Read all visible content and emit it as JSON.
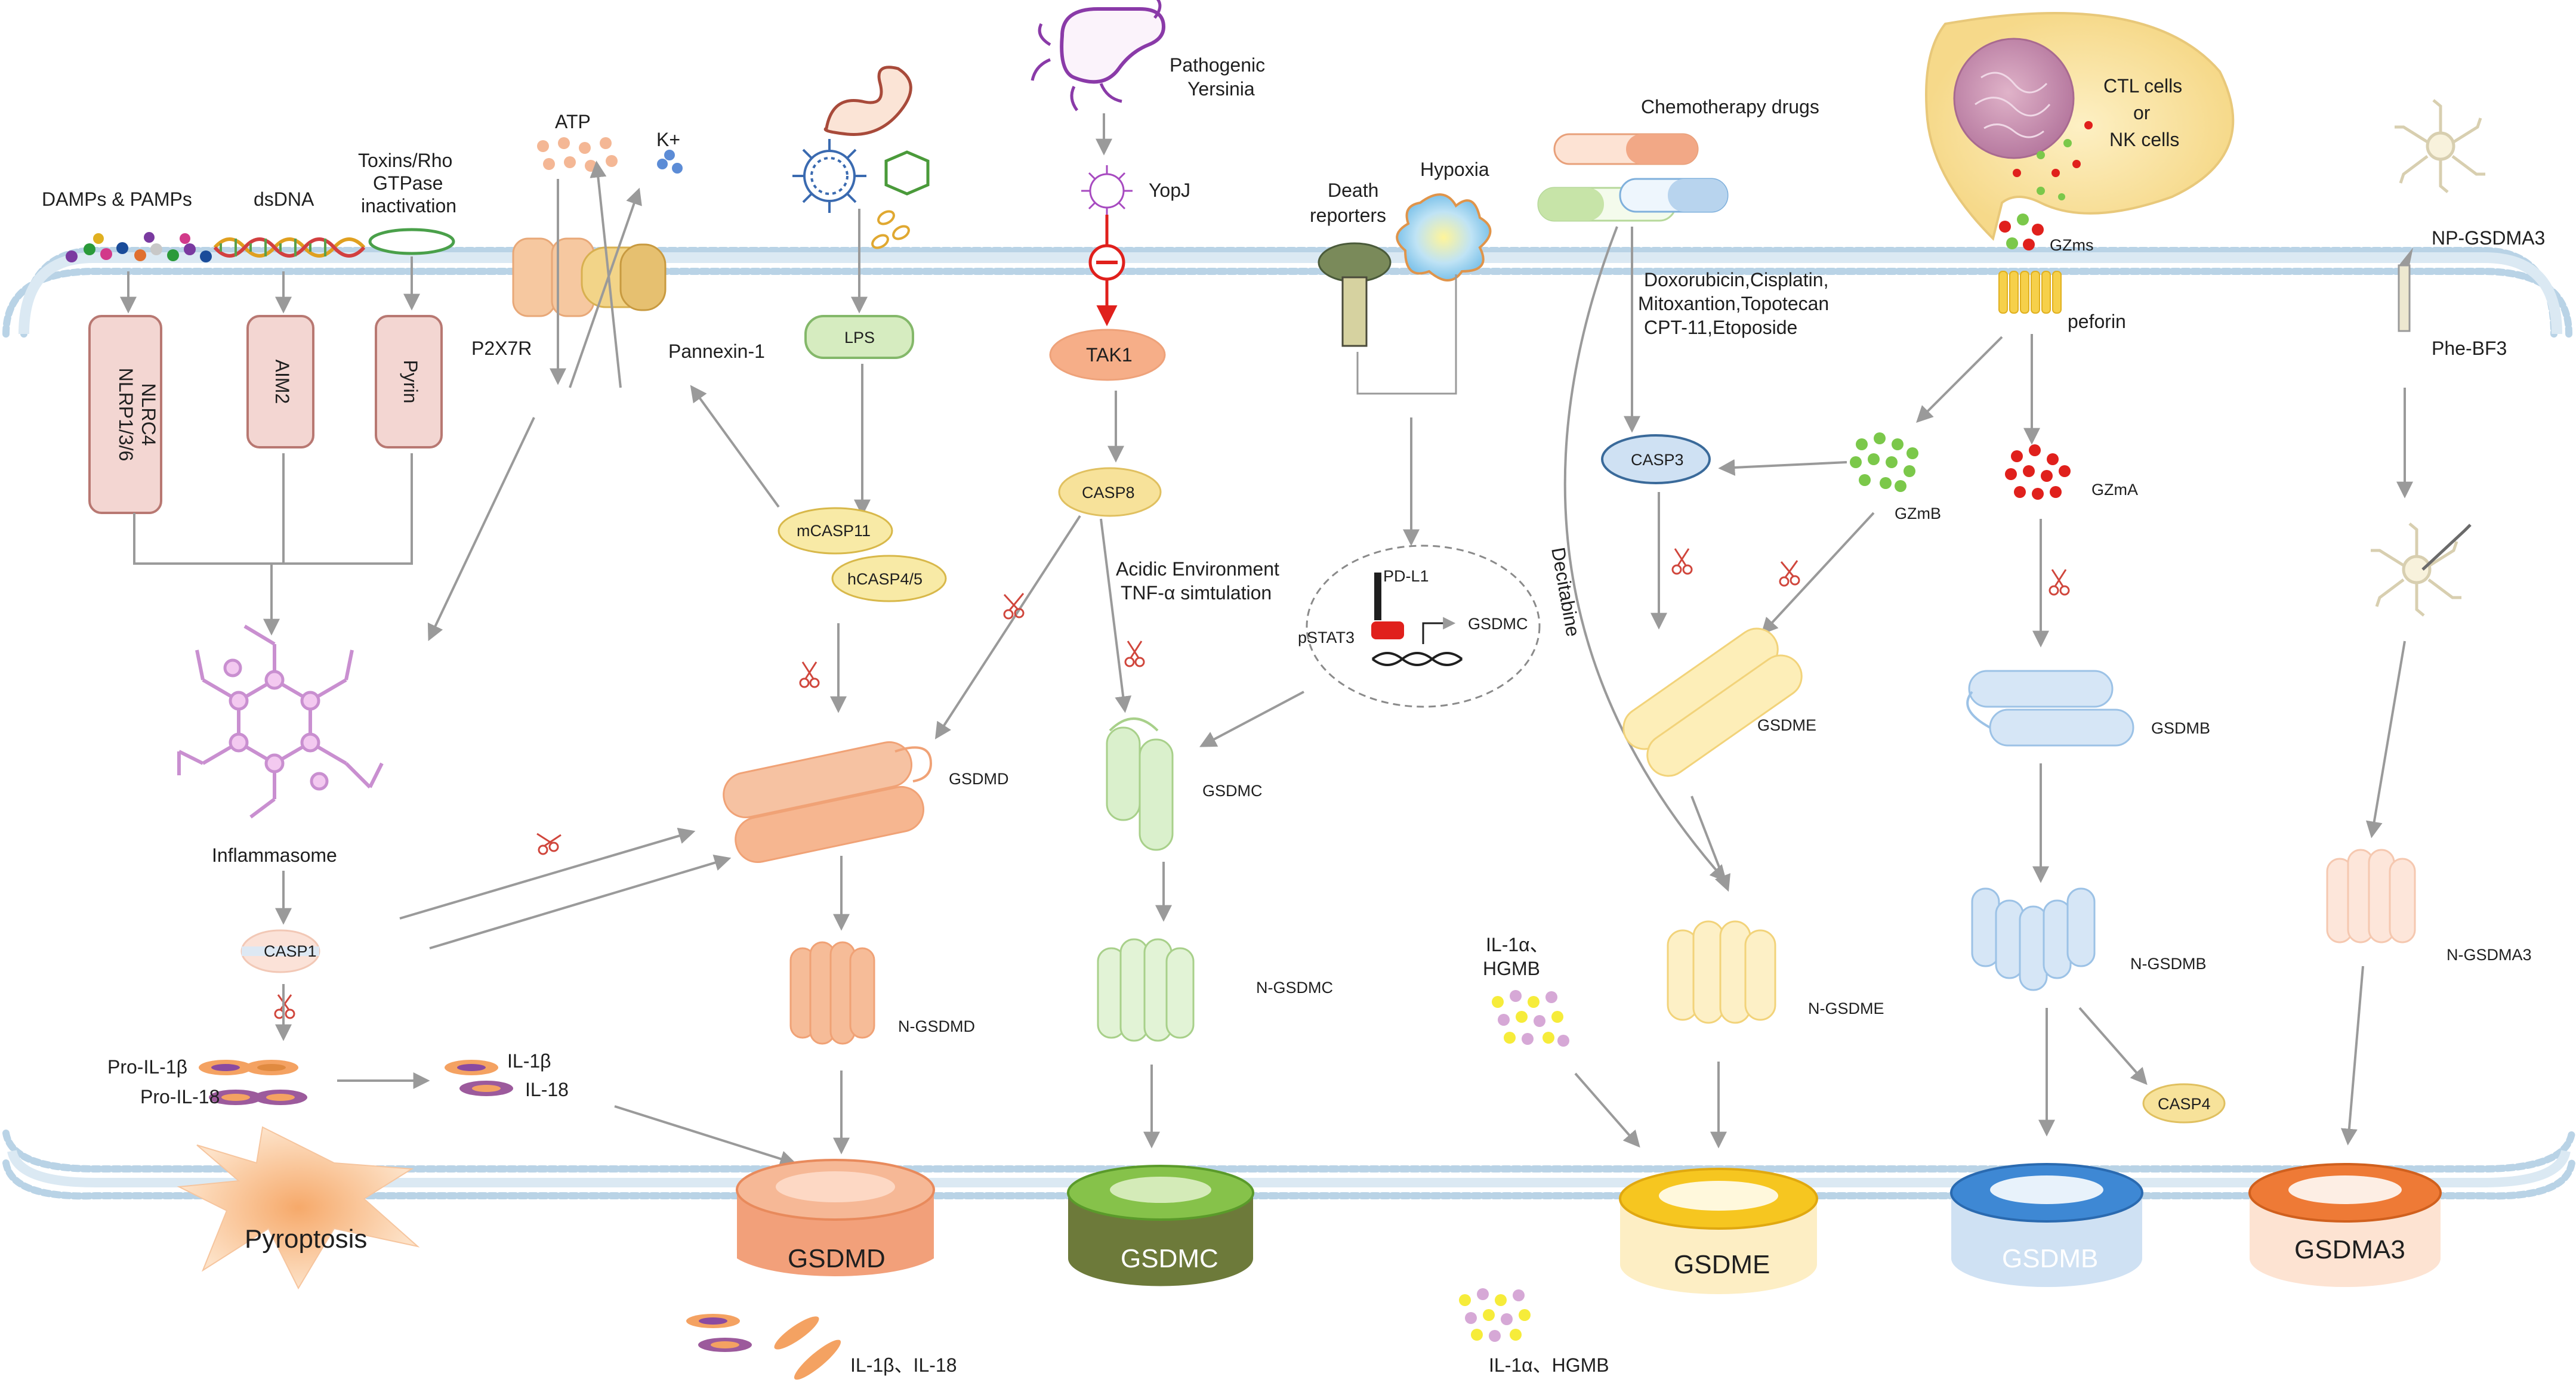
{
  "labels": {
    "damps": "DAMPs & PAMPs",
    "dsdna": "dsDNA",
    "toxins": [
      "Toxins/Rho",
      "GTPase",
      "inactivation"
    ],
    "atp": "ATP",
    "kplus": "K+",
    "p2x7r": "P2X7R",
    "pannexin": "Pannexin-1",
    "pathogenic": [
      "Pathogenic",
      "Yersinia"
    ],
    "yopj": "YopJ",
    "tak1": "TAK1",
    "casp8": "CASP8",
    "lps": "LPS",
    "mcasp11": "mCASP11",
    "hcasp45": "hCASP4/5",
    "nlrp": [
      "NLRP1/3/6",
      "NLRC4"
    ],
    "aim2": "AIM2",
    "pyrin": "Pyrin",
    "inflammasome": "Inflammasome",
    "casp1": "CASP1",
    "pro_il1b": "Pro-IL-1β",
    "pro_il18": "Pro-IL-18",
    "il1b": "IL-1β",
    "il18": "IL-18",
    "gsdmd": "GSDMD",
    "n_gsdmd": "N-GSDMD",
    "pore_gsdmd": "GSDMD",
    "pyroptosis": "Pyroptosis",
    "il1b_il18_out": "IL-1β、IL-18",
    "acidic": [
      "Acidic Environment",
      "TNF-α simtulation"
    ],
    "death_reporters": [
      "Death",
      "reporters"
    ],
    "hypoxia": "Hypoxia",
    "pdl1": "PD-L1",
    "pstat3": "pSTAT3",
    "gsdmc_gene": "GSDMC",
    "gsdmc": "GSDMC",
    "n_gsdmc": "N-GSDMC",
    "pore_gsdmc": "GSDMC",
    "chemo": "Chemotherapy drugs",
    "drugs": [
      "Doxorubicin,Cisplatin,",
      "Mitoxantion,Topotecan",
      "CPT-11,Etoposide"
    ],
    "decitabine": "Decitabine",
    "casp3": "CASP3",
    "gzmb": "GZmB",
    "gsdme": "GSDME",
    "n_gsdme": "N-GSDME",
    "il1a_hgmb_in": [
      "IL-1α、",
      "HGMB"
    ],
    "pore_gsdme": "GSDME",
    "il1a_hgmb_out": "IL-1α、HGMB",
    "ctl": [
      "CTL cells",
      "or",
      "NK cells"
    ],
    "gzms": "GZms",
    "peforin": "peforin",
    "gzma": "GZmA",
    "gsdmb": "GSDMB",
    "n_gsdmb": "N-GSDMB",
    "casp4": "CASP4",
    "pore_gsdmb": "GSDMB",
    "np_gsdma3": "NP-GSDMA3",
    "phe_bf3": "Phe-BF3",
    "n_gsdma3": "N-GSDMA3",
    "pore_gsdma3": "GSDMA3"
  },
  "colors": {
    "membrane": "#a9c8e0",
    "arrow": "#9a9a9a",
    "gsdmd": "#f0a276",
    "gsdmc": "#7bb84a",
    "gsdme": "#f2c436",
    "gsdmb": "#5a9ad6",
    "gsdma3": "#ee7a36",
    "inhibit": "#e0201c"
  }
}
